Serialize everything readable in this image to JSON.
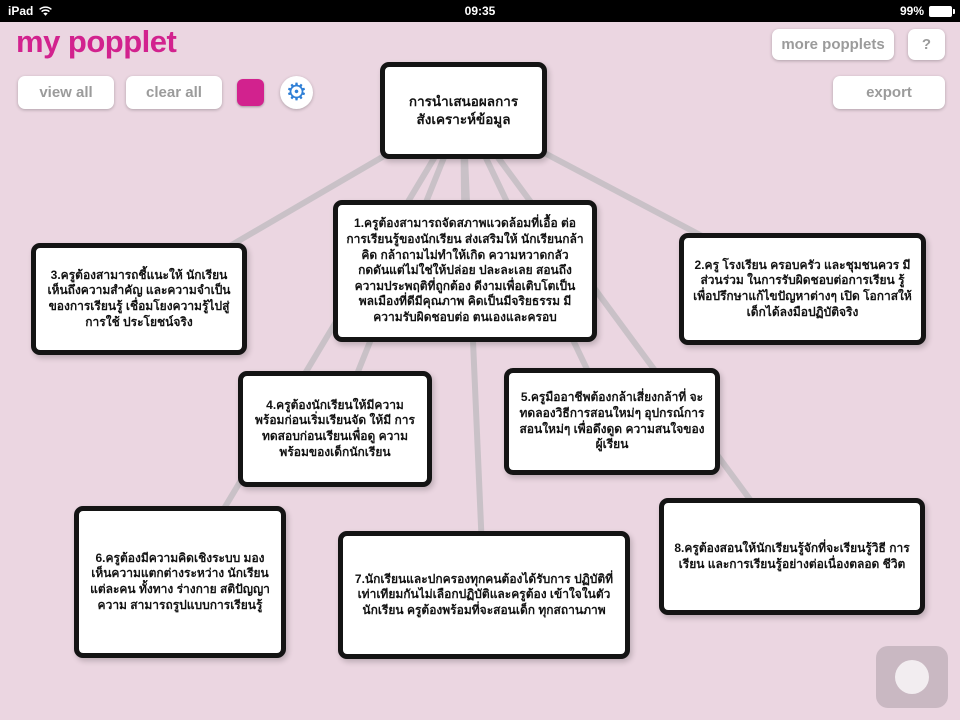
{
  "status_bar": {
    "device": "iPad",
    "time": "09:35",
    "battery_percent": "99%"
  },
  "header": {
    "logo": "my popplet",
    "buttons": {
      "view_all": "view all",
      "clear_all": "clear all",
      "more_popplets": "more popplets",
      "help": "?",
      "export": "export"
    }
  },
  "colors": {
    "background": "#ebd6e1",
    "accent_magenta": "#d2228e",
    "gear_blue": "#2f7fd6",
    "connector_line": "#c9c1c7",
    "node_border": "#141414"
  },
  "mindmap": {
    "root": "การนำเสนอผลการ สังเคราะห์ข้อมูล",
    "nodes": [
      {
        "text": "1.ครูต้องสามารถจัดสภาพแวดล้อมที่เอื้อ ต่อการเรียนรู้ของนักเรียน ส่งเสริมให้ นักเรียนกล้าคิด กล้าถามไม่ทำให้เกิด ความหวาดกลัว กดดันแต่ไม่ใช่ให้ปล่อย ปละละเลย สอนถึงความประพฤติที่ถูกต้อง ดีงามเพื่อเติบโตเป็นพลเมืองที่ดีมีคุณภาพ คิดเป็นมีจริยธรรม มีความรับผิดชอบต่อ ตนเองและครอบ"
      },
      {
        "text": "2.ครู โรงเรียน ครอบครัว และชุมชนควร มีส่วนร่วม ในการรับผิดชอบต่อการเรียน รู้เพื่อปรึกษาแก้ไขปัญหาต่างๆ เปิด โอกาสให้เด็กได้ลงมือปฏิบัติจริง"
      },
      {
        "text": "3.ครูต้องสามารถชี้แนะให้ นักเรียนเห็นถึงความสำคัญ และความจำเป็นของการเรียนรู้ เชื่อมโยงความรู้ไปสู่การใช้ ประโยชน์จริง"
      },
      {
        "text": "4.ครูต้องนักเรียนให้มีความ พร้อมก่อนเริ่มเรียนจัด ให้มี การทดสอบก่อนเรียนเพื่อดู ความพร้อมของเด็กนักเรียน"
      },
      {
        "text": "5.ครูมืออาชีพต้องกล้าเสี่ยงกล้าที่ จะทดลองวิธีการสอนใหม่ๆ อุปกรณ์การสอนใหม่ๆ เพื่อดึงดูด ความสนใจของผู้เรียน"
      },
      {
        "text": "6.ครูต้องมีความคิดเชิงระบบ มองเห็นความแตกต่างระหว่าง นักเรียนแต่ละคน ทั้งทาง ร่างกาย สติปัญญา ความ สามารถรูปแบบการเรียนรู้"
      },
      {
        "text": "7.นักเรียนและปกครองทุกคนต้องได้รับการ ปฏิบัติที่เท่าเทียมกันไม่เลือกปฏิบัติและครูต้อง เข้าใจในตัวนักเรียน ครูต้องพร้อมที่จะสอนเด็ก ทุกสถานภาพ"
      },
      {
        "text": "8.ครูต้องสอนให้นักเรียนรู้จักที่จะเรียนรู้วิธี การเรียน และการเรียนรู้อย่างต่อเนื่องตลอด ชีวิต"
      }
    ]
  }
}
